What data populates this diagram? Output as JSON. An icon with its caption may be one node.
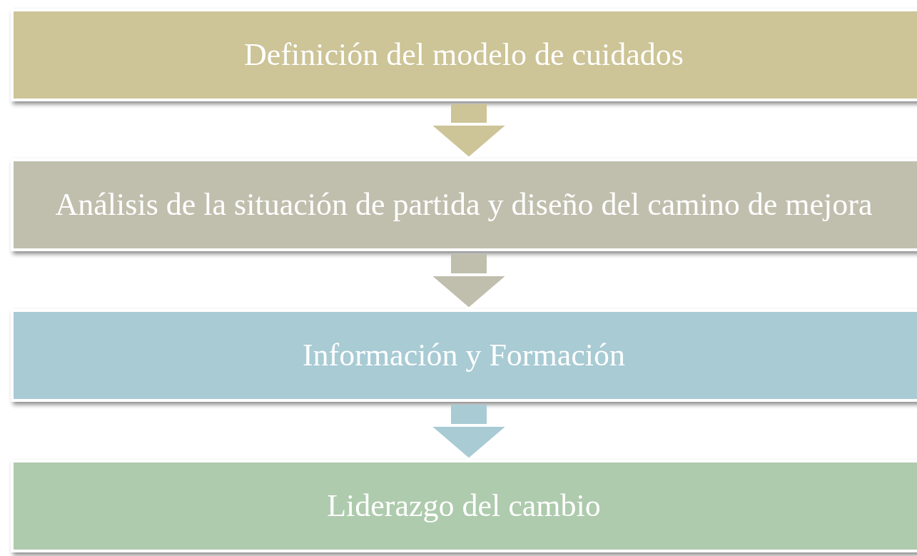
{
  "diagram": {
    "nodes": [
      {
        "text": [
          "Definición del modelo de cuidados"
        ]
      },
      {
        "text": [
          "Análisis de la situación de partida y diseño del camino de mejora"
        ]
      },
      {
        "text": [
          "Información y Formación"
        ]
      },
      {
        "text": [
          "Liderazgo del cambio"
        ]
      }
    ],
    "edges": [
      {
        "from": 0,
        "to": 1,
        "arrow": "to",
        "color": "#cdc497"
      },
      {
        "from": 1,
        "to": 2,
        "arrow": "to",
        "color": "#c0bfae"
      },
      {
        "from": 2,
        "to": 3,
        "arrow": "to",
        "color": "#a8cbd4"
      }
    ]
  }
}
